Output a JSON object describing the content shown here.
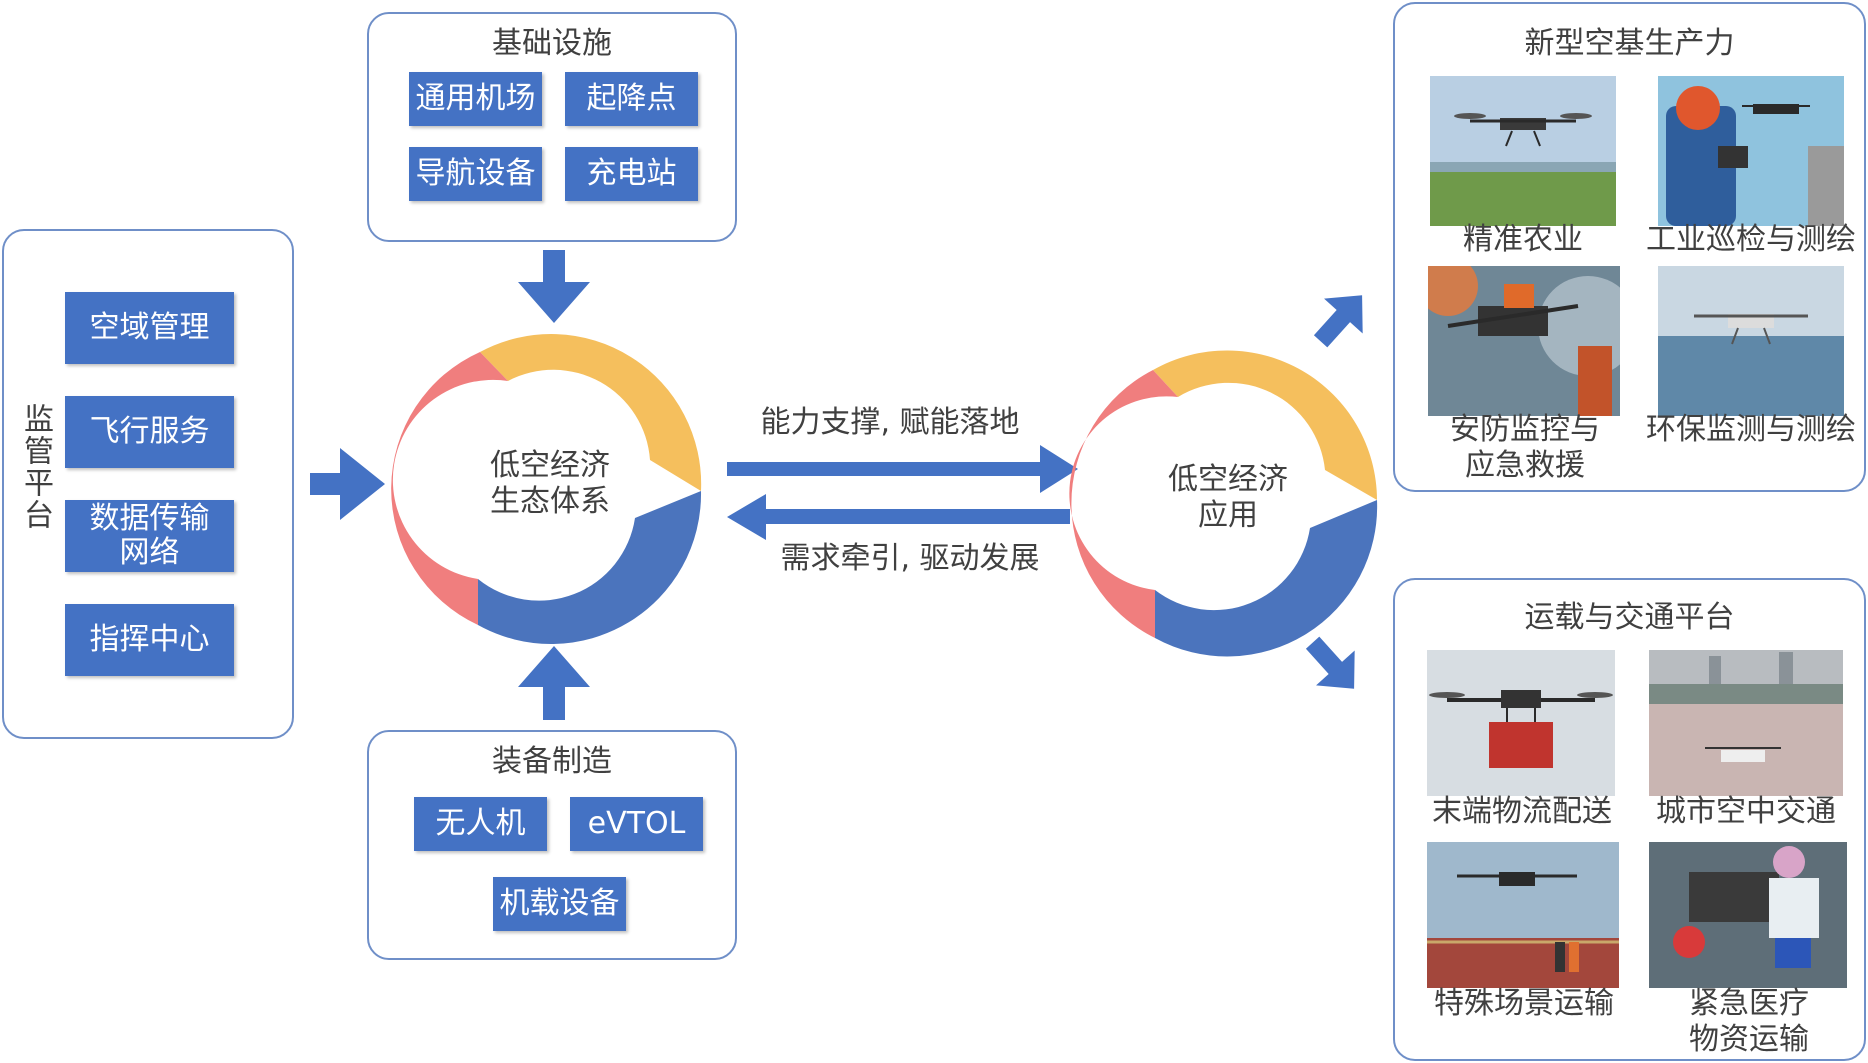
{
  "supervision": {
    "title": "监管平台",
    "items": [
      "空域管理",
      "飞行服务",
      "数据传输\n网络",
      "指挥中心"
    ]
  },
  "infrastructure": {
    "title": "基础设施",
    "items": [
      "通用机场",
      "起降点",
      "导航设备",
      "充电站"
    ]
  },
  "equipment": {
    "title": "装备制造",
    "items": [
      "无人机",
      "eVTOL",
      "机载设备"
    ]
  },
  "ecosystem": {
    "label": "低空经济\n生态体系"
  },
  "application": {
    "label": "低空经济\n应用"
  },
  "flows": {
    "forward": "能力支撑, 赋能落地",
    "backward": "需求牵引, 驱动发展"
  },
  "productivity": {
    "title": "新型空基生产力",
    "items": [
      "精准农业",
      "工业巡检与测绘",
      "安防监控与\n应急救援",
      "环保监测与测绘"
    ]
  },
  "transport": {
    "title": "运载与交通平台",
    "items": [
      "末端物流配送",
      "城市空中交通",
      "特殊场景运输",
      "紧急医疗\n物资运输"
    ]
  },
  "colors": {
    "accent_blue": "#4472c4",
    "ring_red": "#f07e7e",
    "ring_yellow": "#f5bf5d",
    "ring_blue": "#4b74bd",
    "panel_border": "#6f8fc8"
  }
}
